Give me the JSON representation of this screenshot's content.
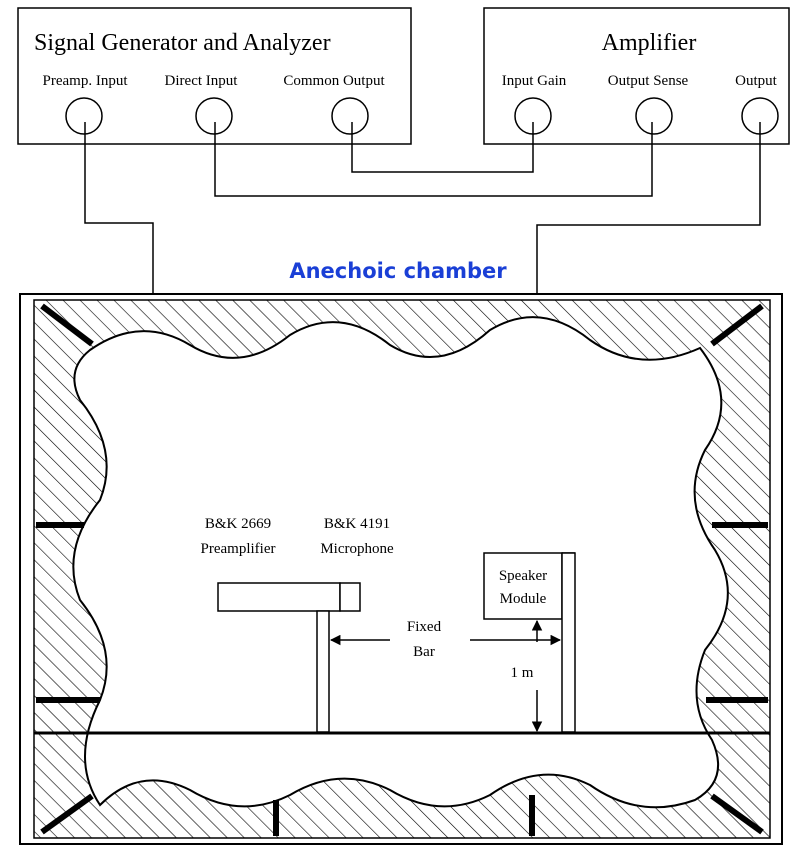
{
  "generator": {
    "title": "Signal Generator and Analyzer",
    "ports": [
      "Preamp. Input",
      "Direct Input",
      "Common Output"
    ]
  },
  "amplifier": {
    "title": "Amplifier",
    "ports": [
      "Input Gain",
      "Output Sense",
      "Output"
    ]
  },
  "chamber": {
    "title": "Anechoic chamber",
    "title_color": "#1a3fd6"
  },
  "preamp": {
    "line1": "B&K 2669",
    "line2": "Preamplifier"
  },
  "microphone": {
    "line1": "B&K 4191",
    "line2": "Microphone"
  },
  "speaker": {
    "line1": "Speaker",
    "line2": "Module"
  },
  "fixed_bar": {
    "line1": "Fixed",
    "line2": "Bar"
  },
  "height_label": "1 m"
}
